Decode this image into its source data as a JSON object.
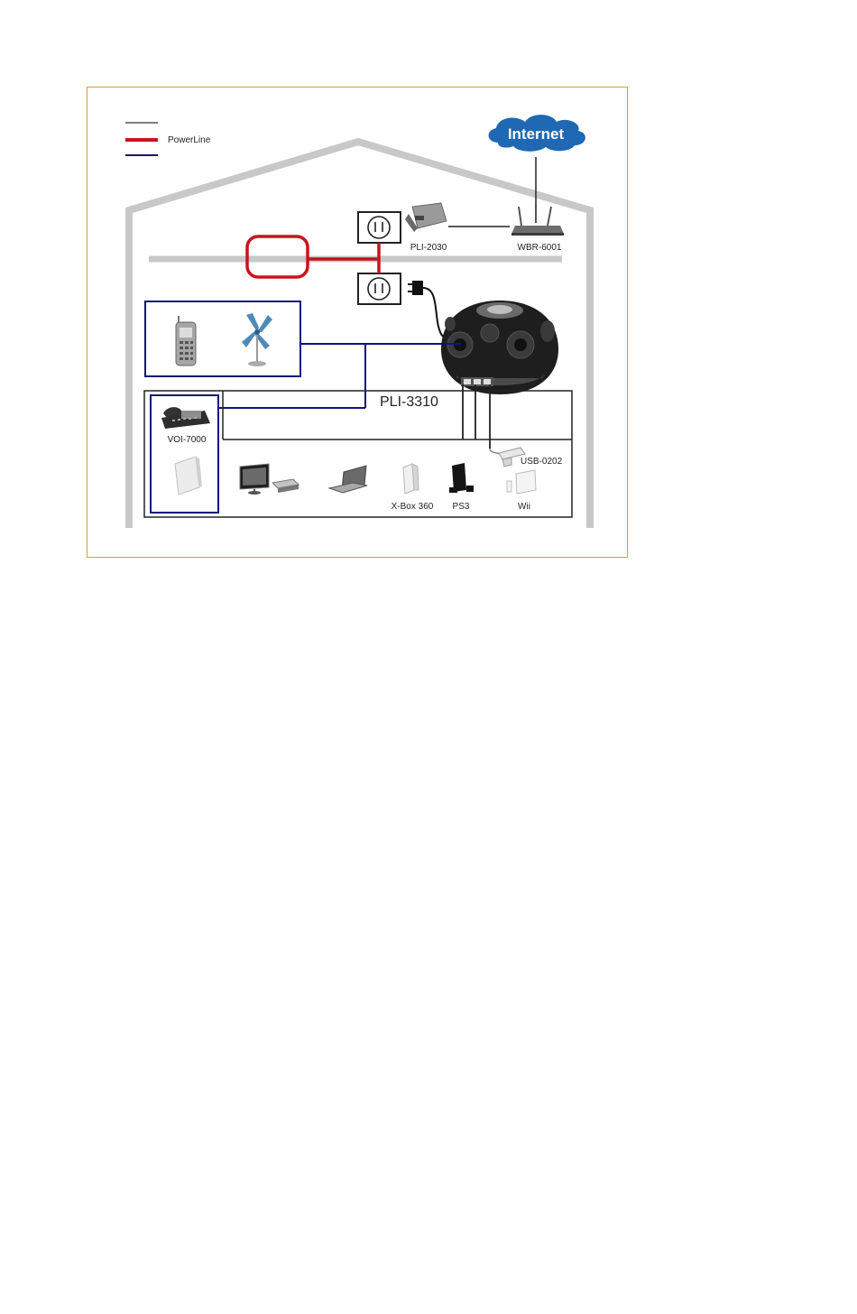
{
  "legend": {
    "items": [
      {
        "label": "",
        "color": "#555555"
      },
      {
        "label": "PowerLine",
        "color": "#c8141c"
      },
      {
        "label": "",
        "color": "#13137a"
      }
    ]
  },
  "cloud": {
    "label": "Internet",
    "color": "#1f68b4"
  },
  "devices": {
    "pli2030": "PLI-2030",
    "wbr6001": "WBR-6001",
    "pli3310": "PLI-3310",
    "voi7000": "VOI-7000",
    "usb0202": "USB-0202",
    "xbox": "X-Box 360",
    "ps3": "PS3",
    "wii": "Wii"
  },
  "colors": {
    "frame": "#e8962e",
    "house": "#c8c8c8",
    "powerline": "#c8141c",
    "electric": "#13137a",
    "ethernet": "#222222"
  }
}
